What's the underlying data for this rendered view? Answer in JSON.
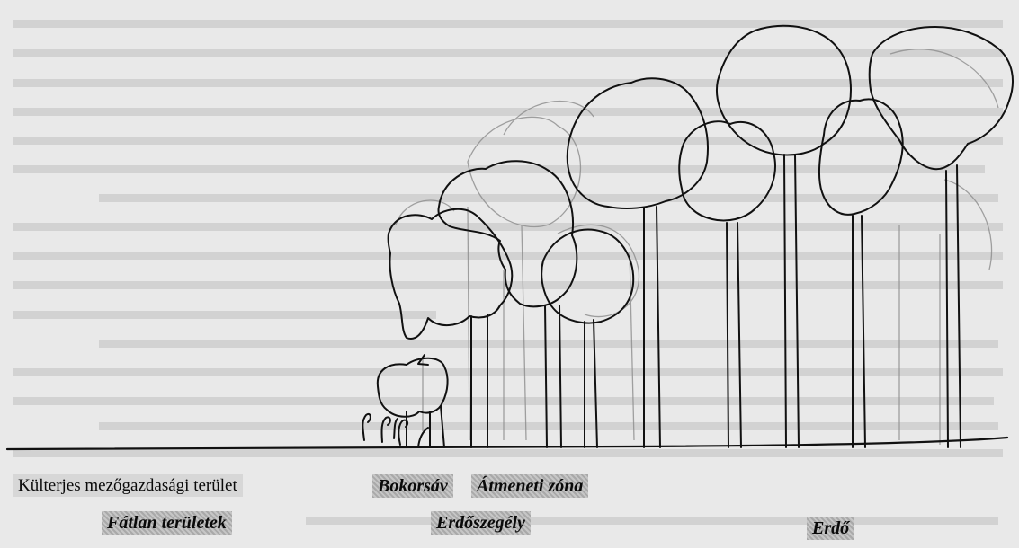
{
  "labels": {
    "kulterjes": "Külterjes mezőgazdasági terület",
    "fatlan": "Fátlan területek",
    "bokorsav": "Bokorsáv",
    "atmeneti": "Átmeneti zóna",
    "erdoszegely": "Erdőszegély",
    "erdo": "Erdő"
  },
  "colors": {
    "paper": "#e9e9e9",
    "ink": "#111111",
    "pencil": "#8c8c8c",
    "label_plain_bg": "#d7d7d7",
    "label_shaded_bg": "#b5b5b5"
  }
}
